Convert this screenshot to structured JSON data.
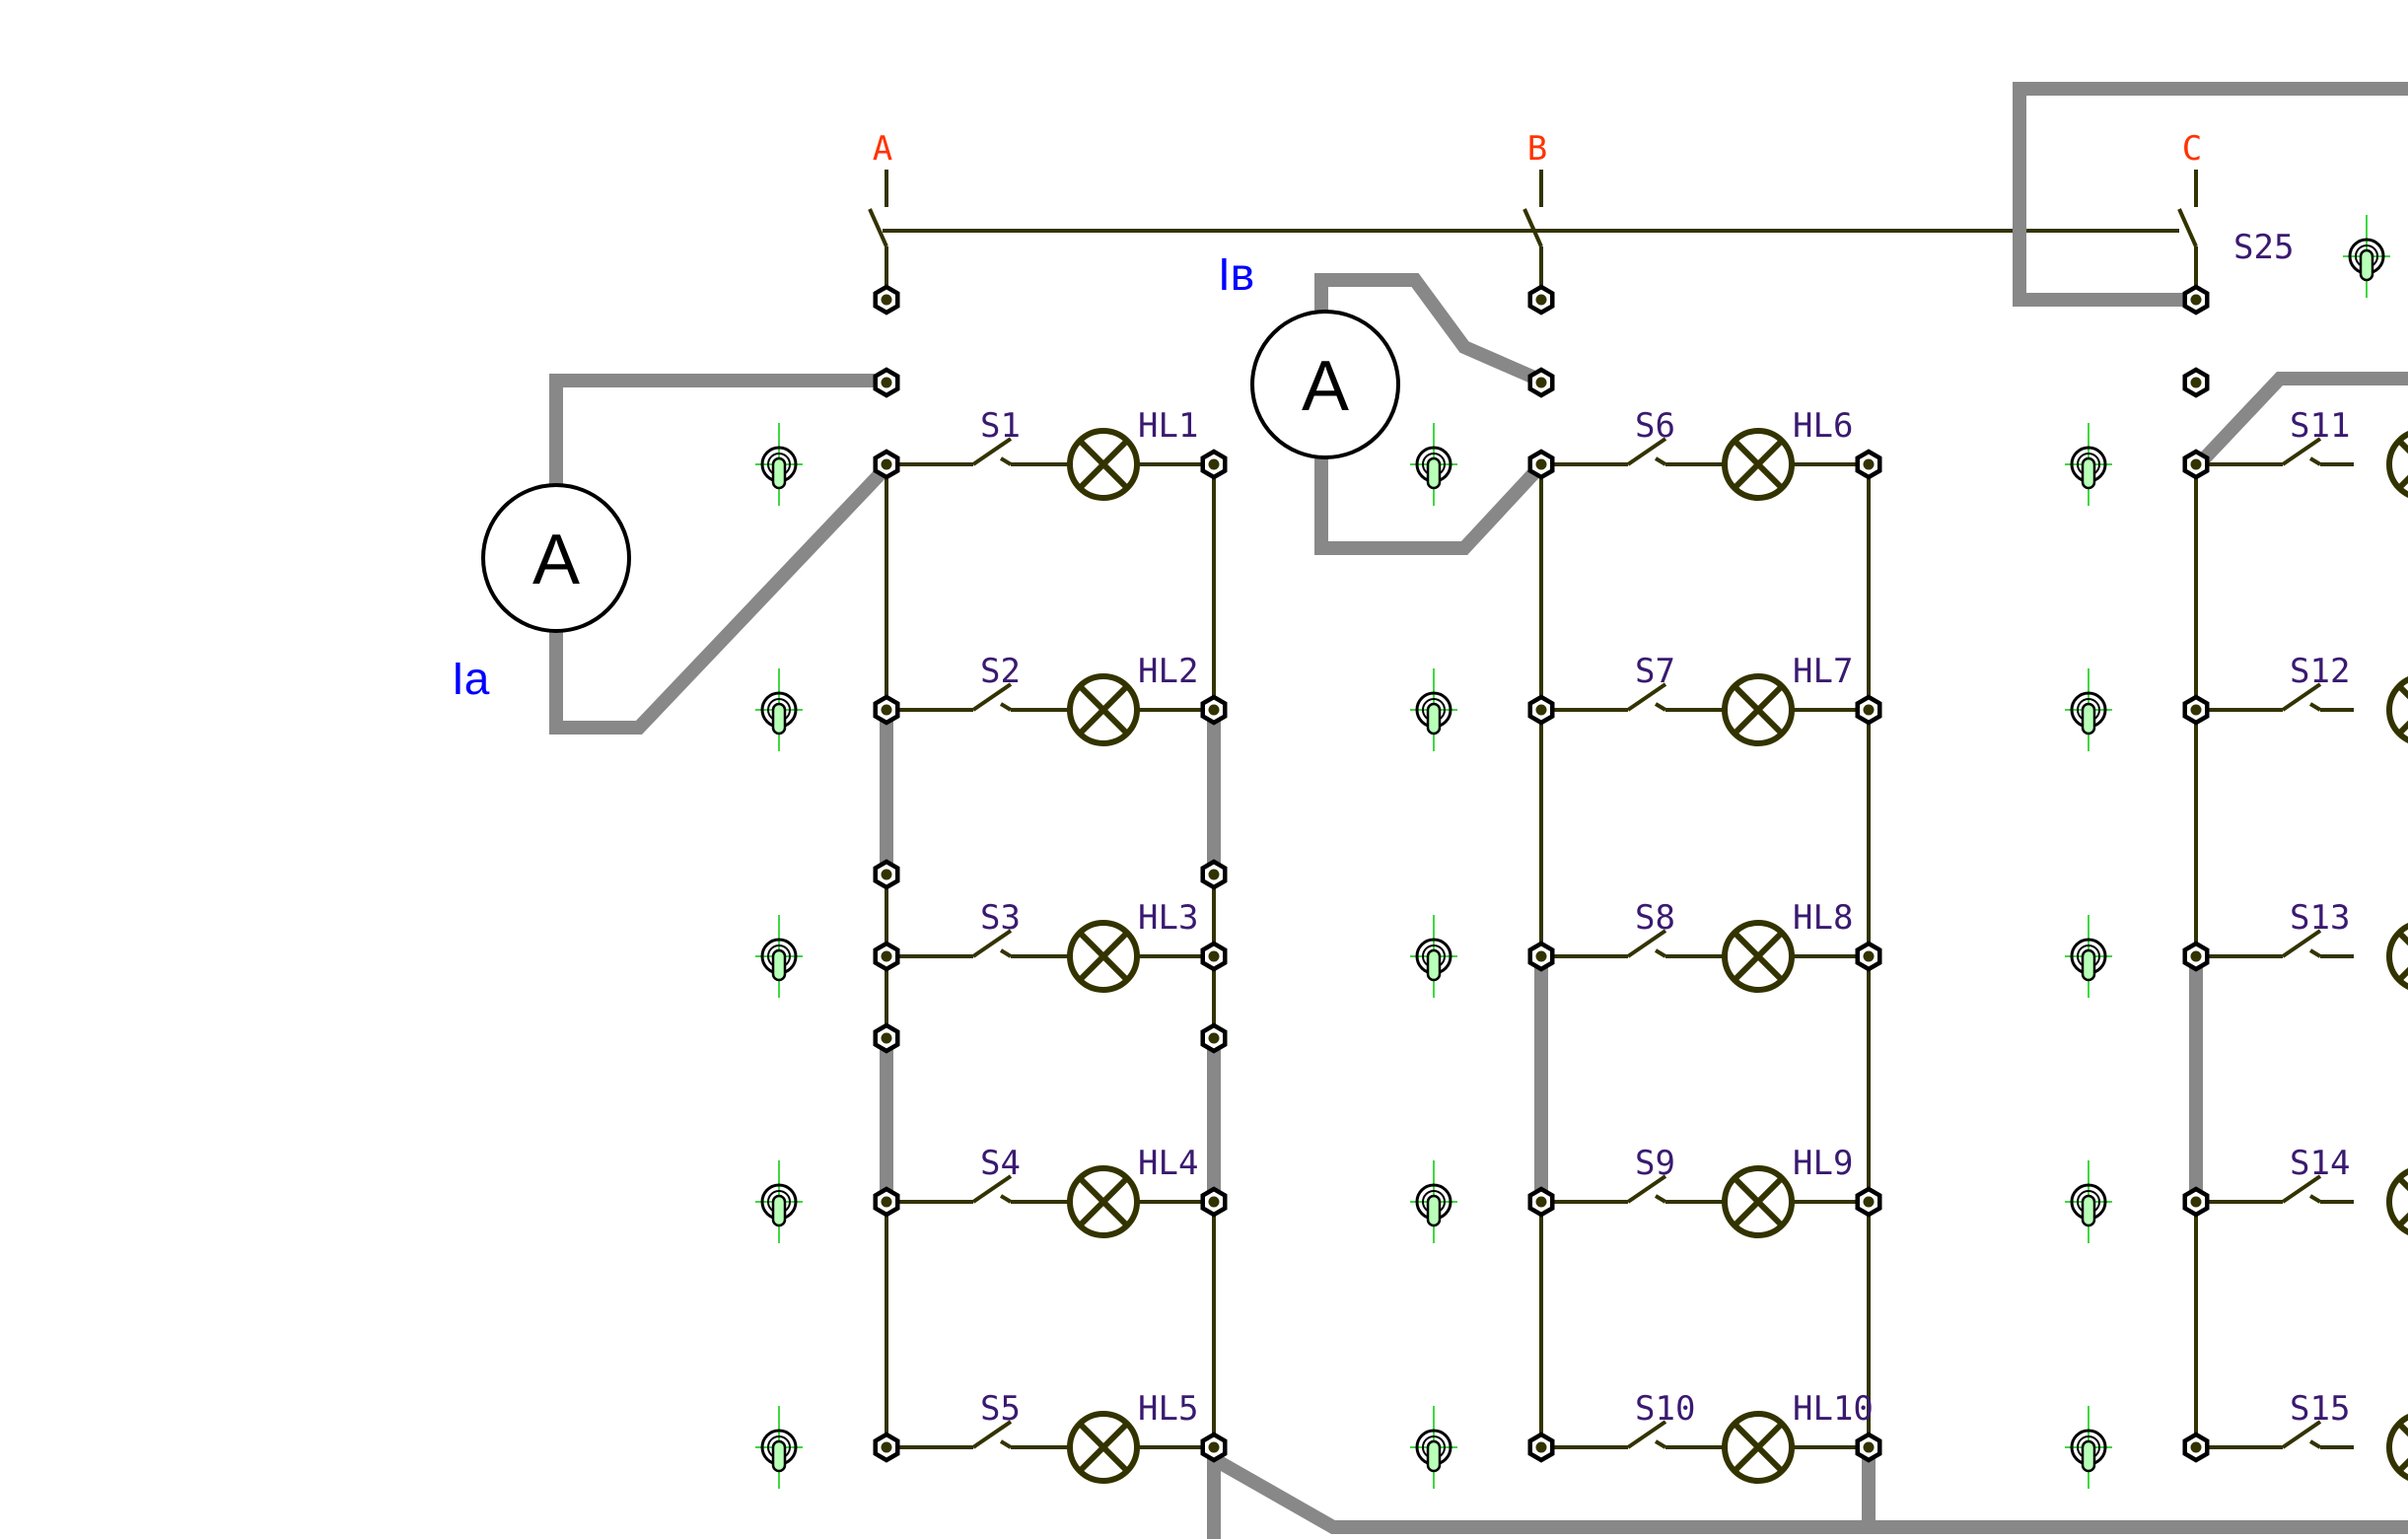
{
  "phases": [
    "A",
    "B",
    "C"
  ],
  "ammeters": [
    {
      "letter": "A",
      "label": "Ia"
    },
    {
      "letter": "A",
      "label": "Iв"
    }
  ],
  "switch_main_label": "S25",
  "groups": [
    {
      "switches": [
        "S1",
        "S2",
        "S3",
        "S4",
        "S5"
      ],
      "lamps": [
        "HL1",
        "HL2",
        "HL3",
        "HL4",
        "HL5"
      ]
    },
    {
      "switches": [
        "S6",
        "S7",
        "S8",
        "S9",
        "S10"
      ],
      "lamps": [
        "HL6",
        "HL7",
        "HL8",
        "HL9",
        "HL10"
      ]
    },
    {
      "switches": [
        "S11",
        "S12",
        "S13",
        "S14",
        "S15"
      ],
      "lamps": []
    }
  ],
  "colors": {
    "wire": "#333300",
    "jumper": "#888888",
    "phase_label": "#ff3300",
    "component_label": "#3a1a70",
    "meter_label": "#0000ff",
    "toggle_fill": "#b8ffb8",
    "toggle_crosshair": "#00cc00"
  },
  "icons": [
    "terminal-icon",
    "lamp-icon",
    "toggle-switch-icon",
    "ammeter-icon",
    "switch-contact-icon"
  ]
}
